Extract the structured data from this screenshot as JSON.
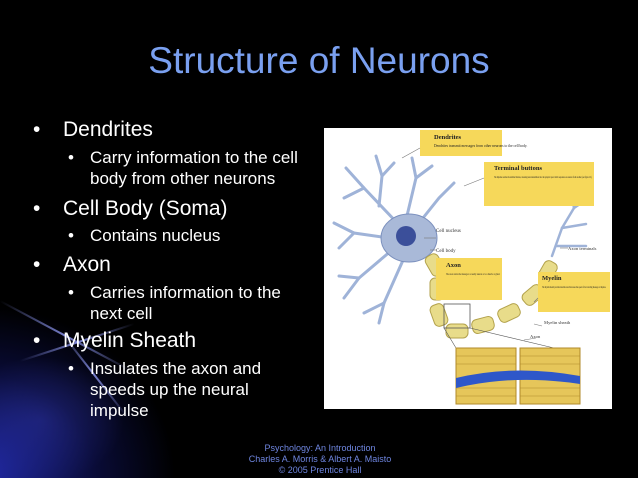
{
  "slide": {
    "title": "Structure of Neurons",
    "bullets": [
      {
        "label": "Dendrites",
        "sub": [
          "Carry information to the cell body from other neurons"
        ]
      },
      {
        "label": "Cell Body (Soma)",
        "sub": [
          "Contains nucleus"
        ]
      },
      {
        "label": "Axon",
        "sub": [
          "Carries information to the next cell"
        ]
      },
      {
        "label": "Myelin Sheath",
        "sub": [
          "Insulates the axon and speeds up the neural impulse"
        ]
      }
    ],
    "footer": {
      "line1": "Psychology: An Introduction",
      "line2": "Charles A. Morris & Albert A. Maisto",
      "line3": "© 2005 Prentice Hall"
    }
  },
  "figure": {
    "dendrites_title": "Dendrites",
    "dendrites_text": "Dendrites transmit messages from other neurons to the cell body.",
    "terminal_title": "Terminal buttons",
    "terminal_text": "The impulse reaches the terminal buttons, releasing neurotransmitters into the synaptic space which separates one neuron from another (see figure 2.3).",
    "axon_title": "Axon",
    "axon_text": "The axon carries the message to a nearby neuron or to a muscle or gland.",
    "myelin_title": "Myelin",
    "myelin_text": "The myelin sheath provides insulation and increases the speed of the traveling message or impulse.",
    "label_cell_nucleus": "Cell nucleus",
    "label_cell_body": "Cell body",
    "label_axon_terminals": "Axon terminals",
    "label_myelin_sheath": "Myelin sheath",
    "label_axon": "Axon"
  },
  "colors": {
    "title": "#7aa0f0",
    "callout": "#f6d85a",
    "myelin": "#e8dc8a",
    "neuron": "#a9b9d8"
  }
}
